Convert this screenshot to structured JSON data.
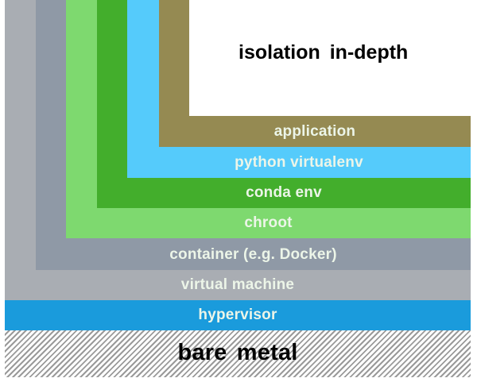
{
  "title": "isolation in-depth",
  "layers": [
    {
      "id": "virtual-machine",
      "label": "virtual machine",
      "color": "#a9adb3"
    },
    {
      "id": "container",
      "label": "container (e.g. Docker)",
      "color": "#8f99a6"
    },
    {
      "id": "chroot",
      "label": "chroot",
      "color": "#7ed96f"
    },
    {
      "id": "conda-env",
      "label": "conda env",
      "color": "#43ae2c"
    },
    {
      "id": "python-virtualenv",
      "label": "python virtualenv",
      "color": "#55cbfb"
    },
    {
      "id": "application",
      "label": "application",
      "color": "#958a52"
    }
  ],
  "hypervisor": {
    "label": "hypervisor",
    "color": "#1a9bdc"
  },
  "bare_metal": {
    "label": "bare metal",
    "pattern": "diagonal-hatch"
  }
}
